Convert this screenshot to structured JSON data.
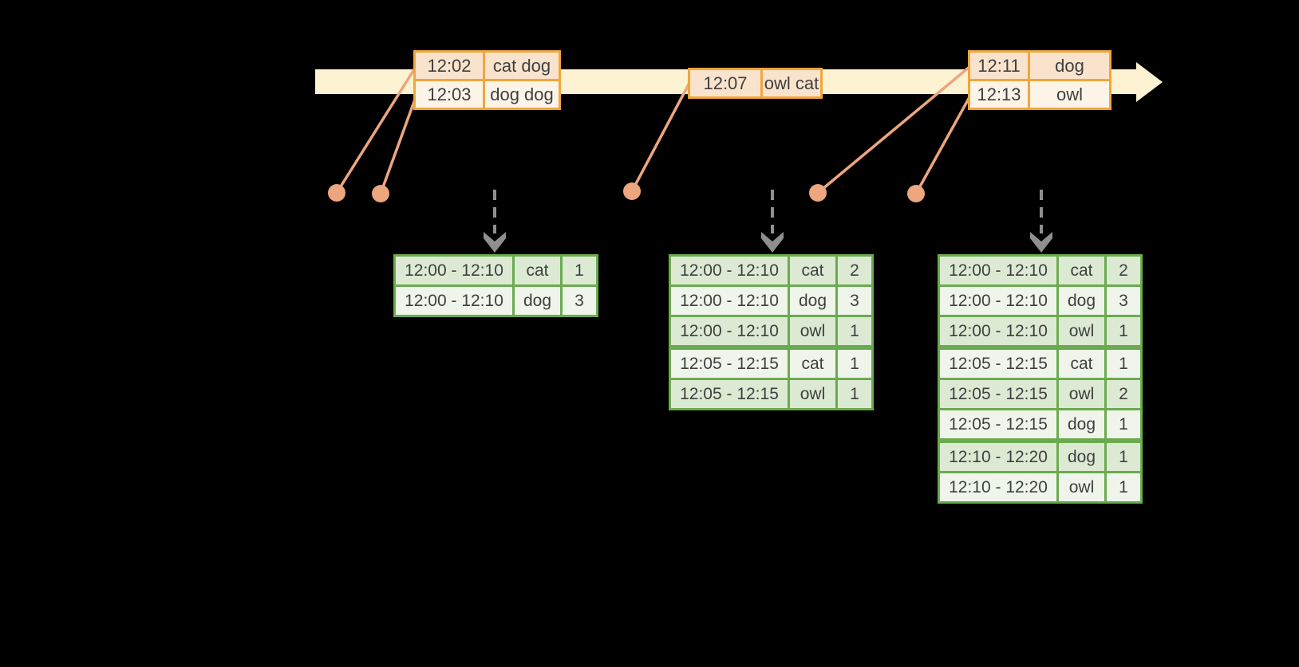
{
  "canvas": {
    "background": "#000000"
  },
  "colors": {
    "timeline_fill": "#FDF2D1",
    "event_border": "#F0A63C",
    "event_row_peach": "#FAE3CD",
    "event_row_cream": "#FDF4E8",
    "connector": "#EDA67D",
    "table_border": "#6BAB4F",
    "table_row_dark": "#DCEAD4",
    "table_row_light": "#EFF5EB",
    "trigger_arrow": "#8F8F8F",
    "cell_text": "#3F3F3F"
  },
  "icons": {
    "timeline_arrow": "right-arrow",
    "trigger_arrow": "dashed-down-arrow",
    "event_marker": "filled-circle"
  },
  "event_boxes": [
    {
      "rows": [
        {
          "time": "12:02",
          "words": "cat dog"
        },
        {
          "time": "12:03",
          "words": "dog dog"
        }
      ]
    },
    {
      "rows": [
        {
          "time": "12:07",
          "words": "owl cat"
        }
      ]
    },
    {
      "rows": [
        {
          "time": "12:11",
          "words": "dog"
        },
        {
          "time": "12:13",
          "words": "owl"
        }
      ]
    }
  ],
  "result_tables": [
    {
      "rows": [
        {
          "window": "12:00 - 12:10",
          "word": "cat",
          "count": "1"
        },
        {
          "window": "12:00 - 12:10",
          "word": "dog",
          "count": "3"
        }
      ]
    },
    {
      "rows": [
        {
          "window": "12:00 - 12:10",
          "word": "cat",
          "count": "2"
        },
        {
          "window": "12:00 - 12:10",
          "word": "dog",
          "count": "3"
        },
        {
          "window": "12:00 - 12:10",
          "word": "owl",
          "count": "1"
        },
        {
          "window": "12:05 - 12:15",
          "word": "cat",
          "count": "1"
        },
        {
          "window": "12:05 - 12:15",
          "word": "owl",
          "count": "1"
        }
      ]
    },
    {
      "rows": [
        {
          "window": "12:00 - 12:10",
          "word": "cat",
          "count": "2"
        },
        {
          "window": "12:00 - 12:10",
          "word": "dog",
          "count": "3"
        },
        {
          "window": "12:00 - 12:10",
          "word": "owl",
          "count": "1"
        },
        {
          "window": "12:05 - 12:15",
          "word": "cat",
          "count": "1"
        },
        {
          "window": "12:05 - 12:15",
          "word": "owl",
          "count": "2"
        },
        {
          "window": "12:05 - 12:15",
          "word": "dog",
          "count": "1"
        },
        {
          "window": "12:10 - 12:20",
          "word": "dog",
          "count": "1"
        },
        {
          "window": "12:10 - 12:20",
          "word": "owl",
          "count": "1"
        }
      ]
    }
  ]
}
